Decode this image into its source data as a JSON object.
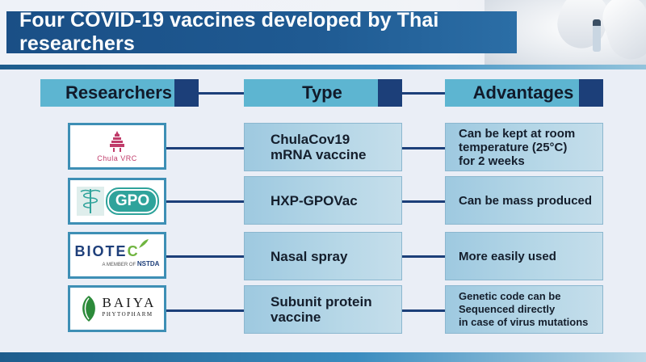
{
  "title": "Four COVID-19 vaccines developed by Thai researchers",
  "headers": {
    "researchers": "Researchers",
    "type": "Type",
    "advantages": "Advantages"
  },
  "rows": [
    {
      "logo": {
        "icon": "chula-crest-icon",
        "label": "Chula VRC"
      },
      "type": [
        "ChulaCov19",
        "mRNA vaccine"
      ],
      "advantage": [
        "Can be kept at room",
        "temperature (25°C)",
        "for 2 weeks"
      ]
    },
    {
      "logo": {
        "icon": "gpo-caduceus-icon",
        "label": "GPO"
      },
      "type": [
        "HXP-GPOVac"
      ],
      "advantage": [
        "Can be mass produced"
      ]
    },
    {
      "logo": {
        "icon": "biotec-leaf-icon",
        "label_a": "BIOTE",
        "label_b": "C",
        "sub_a": "A MEMBER OF",
        "sub_b": "NSTDA"
      },
      "type": [
        "Nasal spray"
      ],
      "advantage": [
        "More easily used"
      ]
    },
    {
      "logo": {
        "icon": "baiya-leaf-icon",
        "label": "BAIYA",
        "sub": "PHYTOPHARM"
      },
      "type": [
        "Subunit protein",
        "vaccine"
      ],
      "advantage": [
        "Genetic code can be",
        "Sequenced directly",
        "in case of virus mutations"
      ]
    }
  ],
  "colors": {
    "title_bg": "#1a4f86",
    "header_bg": "#5db5d1",
    "connector": "#1c3f79",
    "cell_bg": "#b6d7e7"
  }
}
